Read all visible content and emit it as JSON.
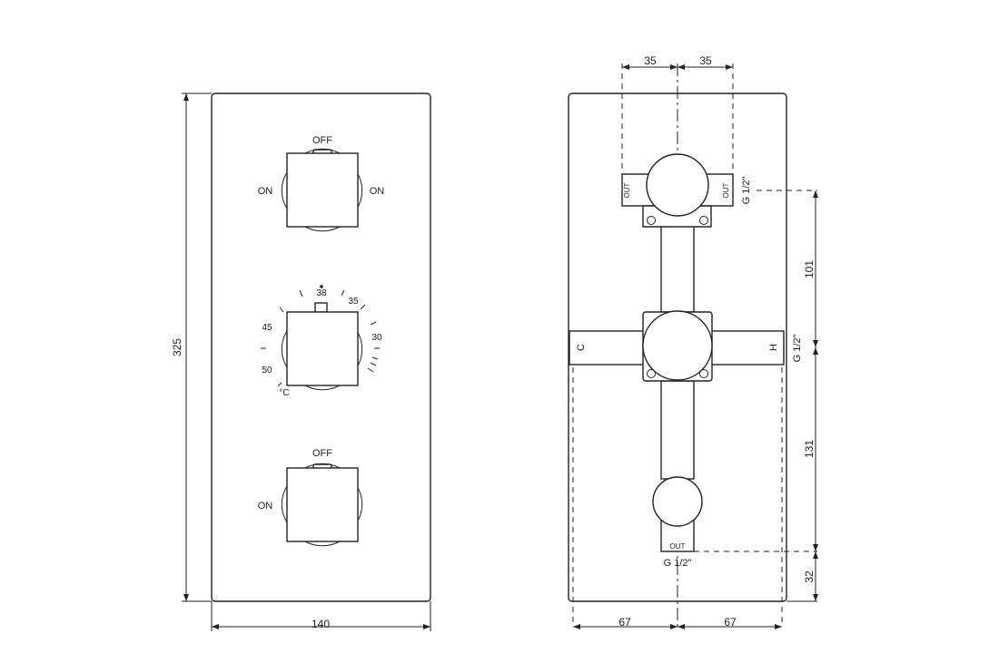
{
  "front_view": {
    "width_dim": "140",
    "height_dim": "325",
    "top_control": {
      "off": "OFF",
      "on_left": "ON",
      "on_right": "ON"
    },
    "thermostat": {
      "t38": "38",
      "t35": "35",
      "t30": "30",
      "t45": "45",
      "t50": "50",
      "unit": "°C"
    },
    "bottom_control": {
      "off": "OFF",
      "on": "ON"
    }
  },
  "rear_view": {
    "dim_35_left": "35",
    "dim_35_right": "35",
    "dim_101": "101",
    "dim_131": "131",
    "dim_32": "32",
    "dim_67_left": "67",
    "dim_67_right": "67",
    "out_left": "OUT",
    "out_right": "OUT",
    "out_bottom": "OUT",
    "port_top": "G 1/2\"",
    "port_mid": "G 1/2\"",
    "port_bottom": "G 1/2\"",
    "cold": "C",
    "hot": "H"
  }
}
